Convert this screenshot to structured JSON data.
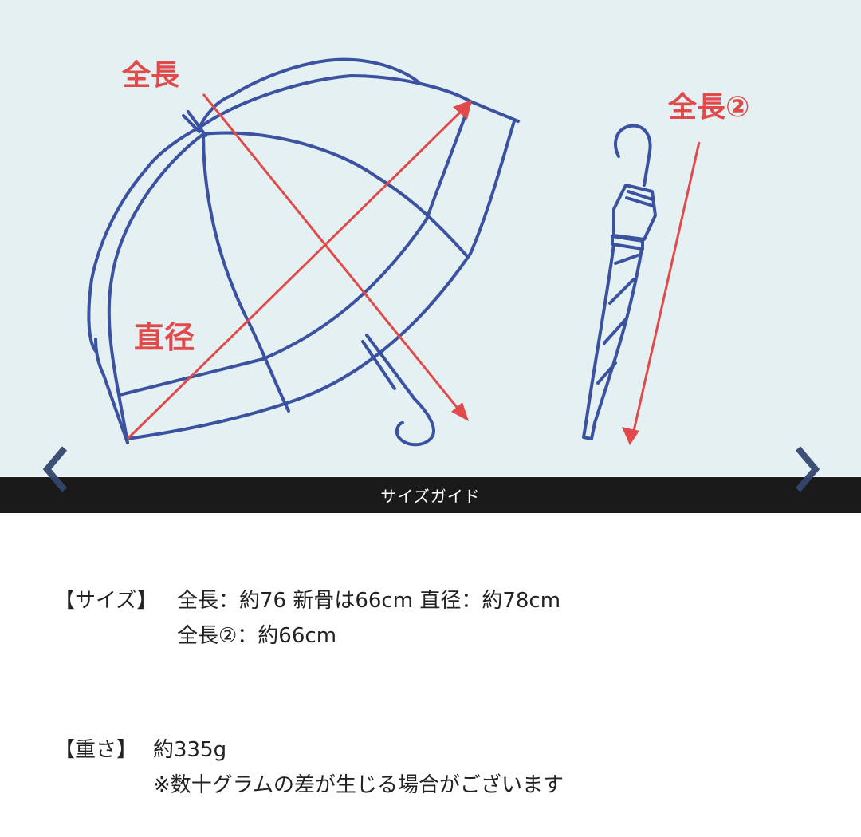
{
  "carousel": {
    "caption": "サイズガイド",
    "prev_icon": "chevron-left-icon",
    "next_icon": "chevron-right-icon",
    "background_color": "#e4f0f2",
    "line_color": "#3a52a0",
    "accent_color": "#e04a4a",
    "diagram_labels": {
      "total_length": "全長",
      "diameter": "直径",
      "total_length_2": "全長②"
    }
  },
  "specs": {
    "size": {
      "label": "【サイズ】",
      "lines": [
        "全長：約76 新骨は66cm  直径：約78cm",
        "全長②：約66cm"
      ]
    },
    "weight": {
      "label": "【重さ】",
      "lines": [
        "約335g",
        "※数十グラムの差が生じる場合がございます"
      ]
    }
  }
}
